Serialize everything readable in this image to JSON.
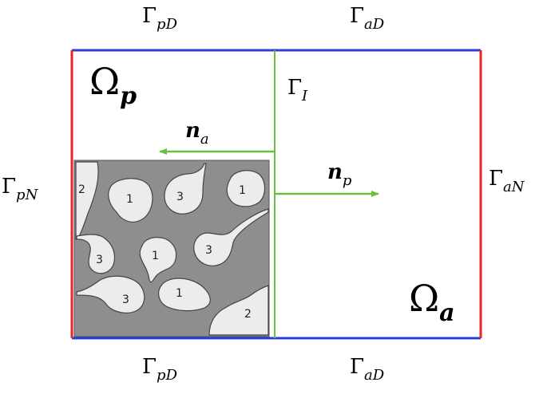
{
  "domain_labels": {
    "omega_p": {
      "main": "Ω",
      "sub": "p"
    },
    "omega_a": {
      "main": "Ω",
      "sub": "a"
    }
  },
  "boundary_labels": {
    "top_left": {
      "main": "Γ",
      "sub": "pD"
    },
    "top_right": {
      "main": "Γ",
      "sub": "aD"
    },
    "bottom_left": {
      "main": "Γ",
      "sub": "pD"
    },
    "bottom_right": {
      "main": "Γ",
      "sub": "aD"
    },
    "left": {
      "main": "Γ",
      "sub": "pN"
    },
    "right": {
      "main": "Γ",
      "sub": "aN"
    },
    "interface": {
      "main": "Γ",
      "sub": "I"
    }
  },
  "normals": {
    "n_a": {
      "main": "n",
      "sub": "a"
    },
    "n_p": {
      "main": "n",
      "sub": "p"
    }
  },
  "inclusion_labels": [
    "2",
    "1",
    "3",
    "1",
    "3",
    "1",
    "3",
    "3",
    "1",
    "2"
  ],
  "colors": {
    "neumann_boundary": "#e8262a",
    "dirichlet_boundary": "#2b3fd6",
    "interface_line": "#6cbf3d",
    "normal_arrows": "#6cbf3d",
    "matrix_fill": "#8e8e8e",
    "inclusion_fill": "#ececec"
  }
}
